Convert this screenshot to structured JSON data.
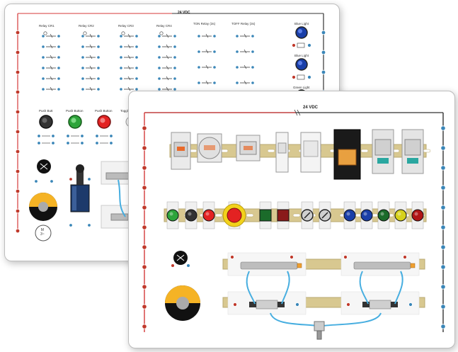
{
  "back_panel": {
    "supply_label": "24 VDC",
    "relay_labels": [
      "Relay CR1",
      "Relay CR2",
      "Relay CR3",
      "Relay CR4",
      "TON Relay (3s)",
      "TOFF Relay (3s)"
    ],
    "light_labels": [
      "Blue Light",
      "Blue Light",
      "Green Light"
    ],
    "pushbutton_labels": [
      "Push Butt",
      "Push Button",
      "Push Button",
      "Toggl"
    ],
    "motor_label": "M\n3~"
  },
  "front_panel": {
    "supply_label": "24 VDC"
  },
  "colors": {
    "positive_rail": "#d43a3a",
    "negative_rail": "#333333",
    "terminal_blue": "#3a86b8",
    "terminal_red": "#c0392b",
    "din_rail": "#d8c890",
    "air_tube": "#47aee0"
  }
}
